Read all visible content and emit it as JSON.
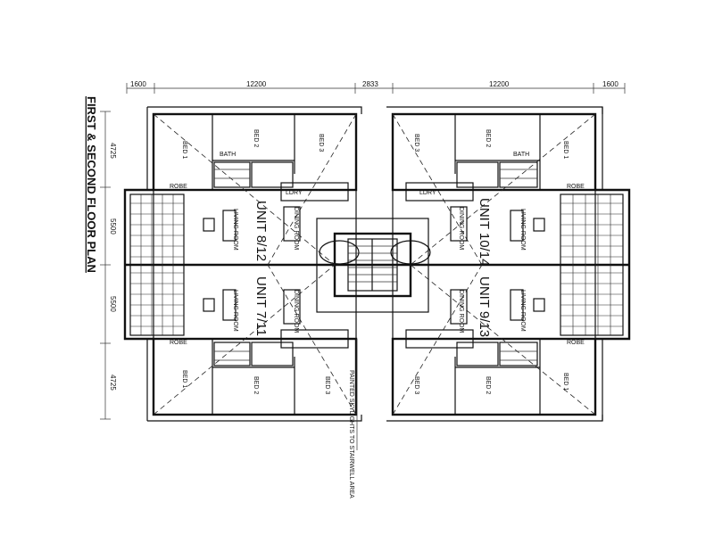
{
  "title": "FIRST & SECOND FLOOR PLAN",
  "dimensions": {
    "top": [
      "1600",
      "12200",
      "2833",
      "12200",
      "1600"
    ],
    "left": [
      "4725",
      "5500",
      "5500",
      "4725"
    ]
  },
  "units": {
    "top_left": "UNIT 8/12",
    "bottom_left": "UNIT 7/11",
    "top_right": "UNIT 10/14",
    "bottom_right": "UNIT 9/13"
  },
  "rooms": {
    "bed1": "BED 1",
    "bed2": "BED 2",
    "bed3": "BED 3",
    "robe": "ROBE",
    "bath": "BATH",
    "ldry": "LDRY",
    "dining": "DINING ROOM",
    "living": "LIVING ROOM"
  },
  "notes": {
    "skylight": "PAINTED SKYLIGHTS TO STAIRWELL AREA"
  },
  "colors": {
    "line": "#111111",
    "background": "#ffffff"
  }
}
